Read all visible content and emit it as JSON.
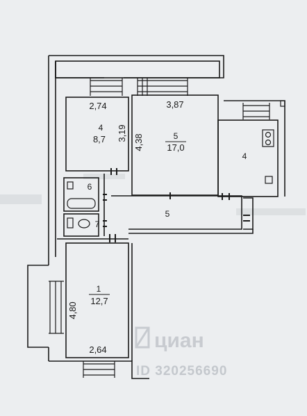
{
  "plan": {
    "rooms": [
      {
        "id": "room-1",
        "number": "1",
        "area": "12,7",
        "dims": [
          "4,80",
          "2,64"
        ]
      },
      {
        "id": "room-4-left",
        "number": "4",
        "area": "8,7",
        "dims": [
          "2,74",
          "3,19"
        ]
      },
      {
        "id": "room-5-big",
        "number": "5",
        "area": "17,0",
        "dims": [
          "3,87",
          "4,38"
        ]
      },
      {
        "id": "room-4-kitchen",
        "number": "4"
      },
      {
        "id": "room-5-hall",
        "number": "5"
      },
      {
        "id": "room-6",
        "number": "6"
      },
      {
        "id": "room-7",
        "number": "7"
      }
    ]
  },
  "watermark": {
    "brand": "циан",
    "id_text": "ID 320256690"
  },
  "colors": {
    "line": "#1a1a1a",
    "paper": "#eceef0"
  }
}
